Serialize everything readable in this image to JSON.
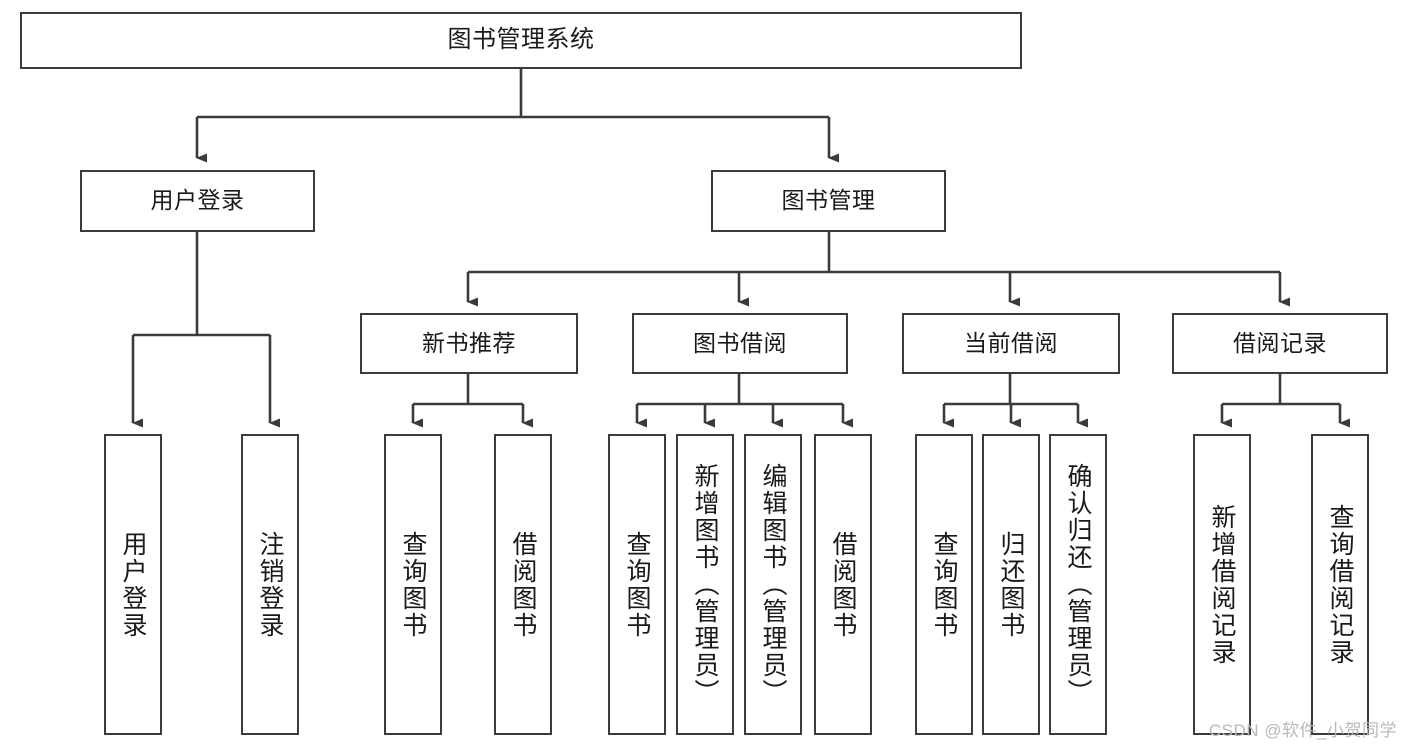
{
  "diagram": {
    "title": "图书管理系统",
    "type": "tree-hierarchy-diagram",
    "colors": {
      "box_border": "#3b3b3b",
      "box_fill": "#ffffff",
      "edge": "#3b3b3b",
      "text": "#1a1a1a",
      "watermark": "#b9b9b9",
      "background": "#ffffff"
    }
  },
  "nodes": {
    "root": {
      "label": "图书管理系统"
    },
    "level2": [
      {
        "id": "user-login",
        "label": "用户登录"
      },
      {
        "id": "book-management",
        "label": "图书管理"
      }
    ],
    "level3": [
      {
        "id": "new-book-recommend",
        "label": "新书推荐"
      },
      {
        "id": "book-borrow",
        "label": "图书借阅"
      },
      {
        "id": "current-borrow",
        "label": "当前借阅"
      },
      {
        "id": "borrow-record",
        "label": "借阅记录"
      }
    ],
    "leaves": {
      "user-login": [
        {
          "id": "leaf-user-login",
          "label": "用户登录"
        },
        {
          "id": "leaf-logout",
          "label": "注销登录"
        }
      ],
      "new-book-recommend": [
        {
          "id": "leaf-query-book-1",
          "label": "查询图书"
        },
        {
          "id": "leaf-borrow-book-1",
          "label": "借阅图书"
        }
      ],
      "book-borrow": [
        {
          "id": "leaf-query-book-2",
          "label": "查询图书"
        },
        {
          "id": "leaf-add-book",
          "label": "新增图书（管理员）"
        },
        {
          "id": "leaf-edit-book",
          "label": "编辑图书（管理员）"
        },
        {
          "id": "leaf-borrow-book-2",
          "label": "借阅图书"
        }
      ],
      "current-borrow": [
        {
          "id": "leaf-query-book-3",
          "label": "查询图书"
        },
        {
          "id": "leaf-return-book",
          "label": "归还图书"
        },
        {
          "id": "leaf-confirm-return",
          "label": "确认归还（管理员）"
        }
      ],
      "borrow-record": [
        {
          "id": "leaf-add-record",
          "label": "新增借阅记录"
        },
        {
          "id": "leaf-query-record",
          "label": "查询借阅记录"
        }
      ]
    }
  },
  "watermark": {
    "text": "CSDN @软件_小贺同学"
  }
}
